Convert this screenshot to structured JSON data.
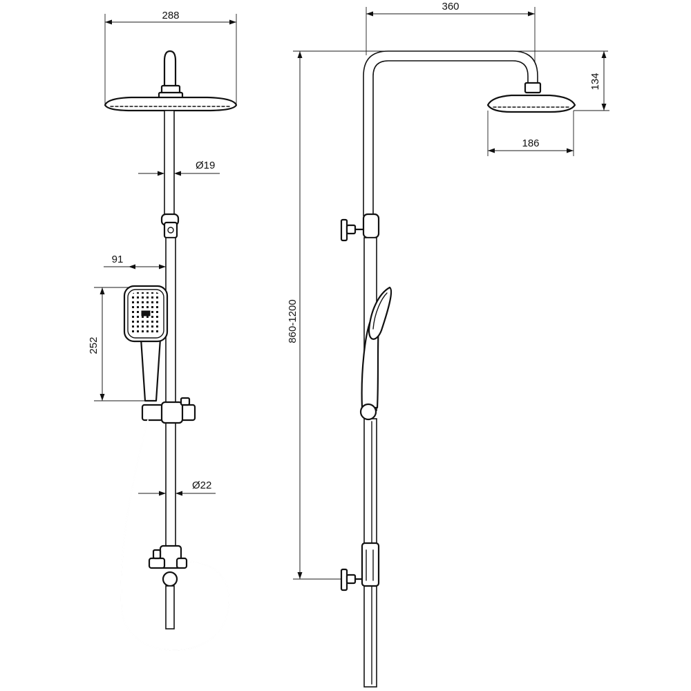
{
  "front_view": {
    "dims": {
      "head_width": "288",
      "pipe_upper_diameter": "Ø19",
      "handshower_offset": "91",
      "handshower_length": "252",
      "pipe_lower_diameter": "Ø22"
    }
  },
  "side_view": {
    "dims": {
      "arm_reach": "360",
      "head_height": "134",
      "head_depth": "186",
      "height_range": "860-1200"
    }
  }
}
